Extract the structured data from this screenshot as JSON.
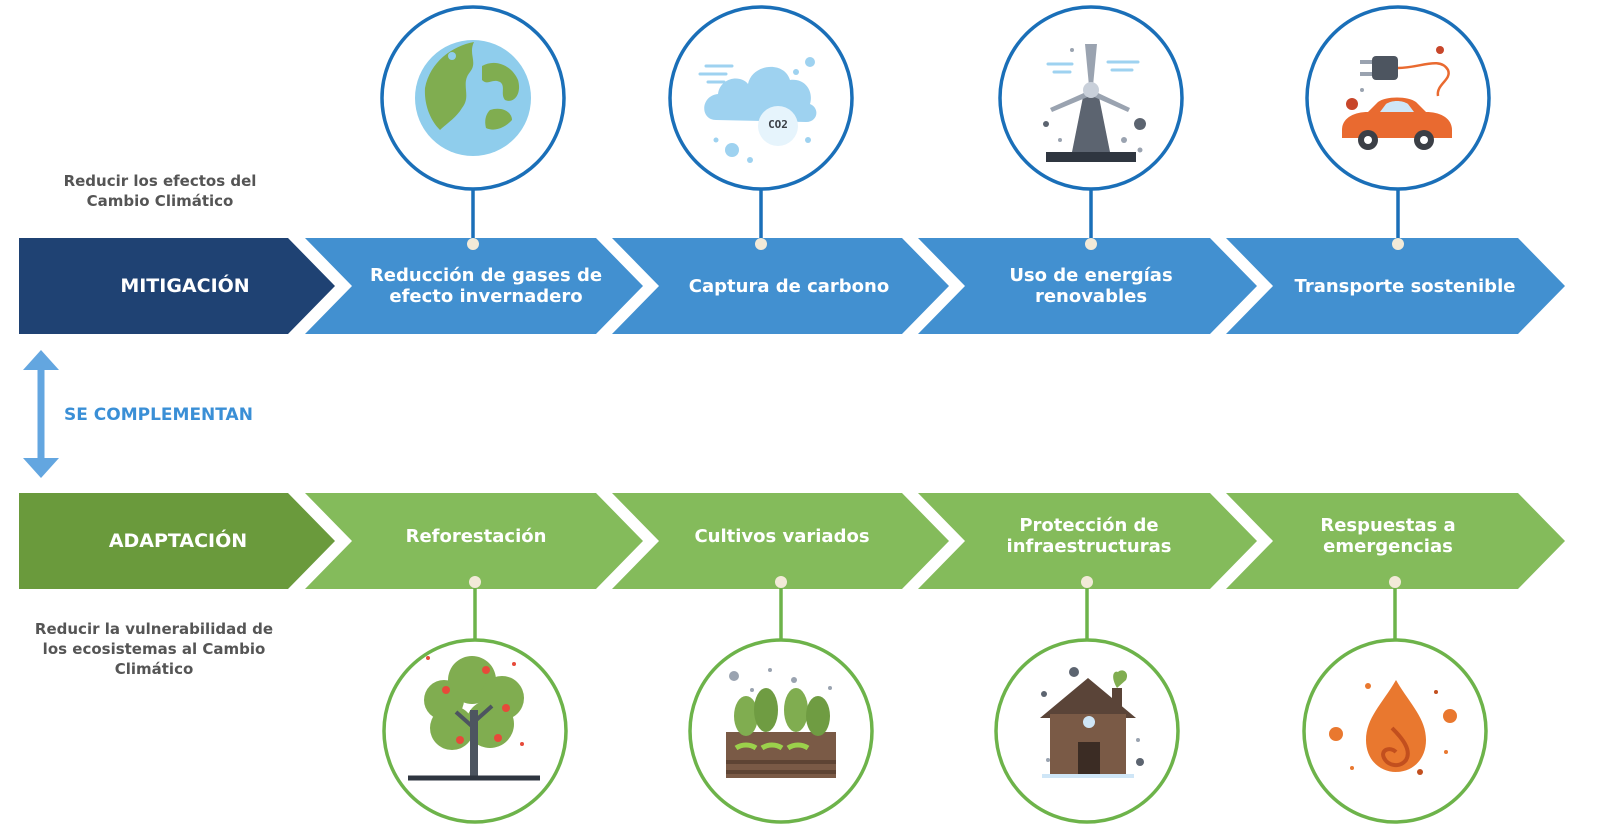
{
  "mitigation": {
    "title": "MITIGACIÓN",
    "note": "Reducir los efectos del Cambio Climático",
    "color_dark": "#1f4273",
    "color": "#4290d0",
    "items": [
      {
        "label": "Reducción de gases de efecto invernadero",
        "icon": "globe-icon"
      },
      {
        "label": "Captura de carbono",
        "icon": "co2-cloud-icon"
      },
      {
        "label": "Uso de energías renovables",
        "icon": "wind-turbine-icon"
      },
      {
        "label": "Transporte sostenible",
        "icon": "electric-car-icon"
      }
    ]
  },
  "complement": {
    "label": "SE COMPLEMENTAN",
    "color": "#63a6e0"
  },
  "adaptation": {
    "title": "ADAPTACIÓN",
    "note": "Reducir la vulnerabilidad de los ecosistemas al Cambio Climático",
    "color_dark": "#6a9a3c",
    "color": "#84bb5b",
    "items": [
      {
        "label": "Reforestación",
        "icon": "tree-icon"
      },
      {
        "label": "Cultivos variados",
        "icon": "crops-icon"
      },
      {
        "label": "Protección de infraestructuras",
        "icon": "house-icon"
      },
      {
        "label": "Respuestas a emergencias",
        "icon": "fire-drop-icon"
      }
    ]
  },
  "co2_text": "CO2"
}
